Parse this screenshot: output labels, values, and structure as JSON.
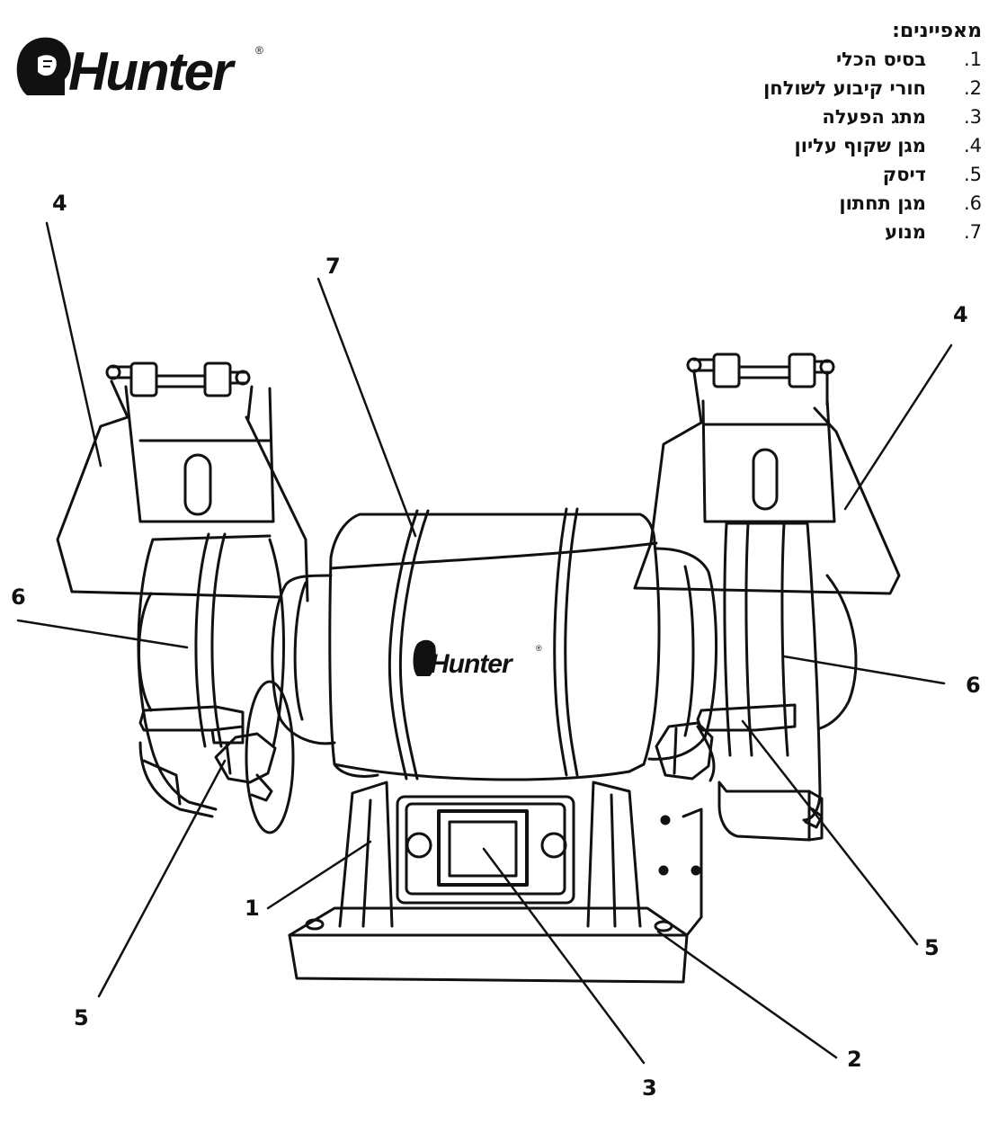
{
  "brand": {
    "name": "Hunter",
    "registered_mark": "®"
  },
  "legend": {
    "title": "מאפיינים:",
    "items": [
      {
        "number": "1.",
        "label": "בסיס הכלי"
      },
      {
        "number": "2.",
        "label": "חורי קיבוע לשולחן"
      },
      {
        "number": "3.",
        "label": "מתג הפעלה"
      },
      {
        "number": "4.",
        "label": "מגן שקוף עליון"
      },
      {
        "number": "5.",
        "label": "דיסק"
      },
      {
        "number": "6.",
        "label": "מגן תחתון"
      },
      {
        "number": "7.",
        "label": "מנוע"
      }
    ]
  },
  "callouts": [
    {
      "id": "4-left",
      "number": "4"
    },
    {
      "id": "7",
      "number": "7"
    },
    {
      "id": "4-right",
      "number": "4"
    },
    {
      "id": "6-left",
      "number": "6"
    },
    {
      "id": "6-right",
      "number": "6"
    },
    {
      "id": "1",
      "number": "1"
    },
    {
      "id": "5-left",
      "number": "5"
    },
    {
      "id": "5-right",
      "number": "5"
    },
    {
      "id": "2",
      "number": "2"
    },
    {
      "id": "3",
      "number": "3"
    }
  ]
}
